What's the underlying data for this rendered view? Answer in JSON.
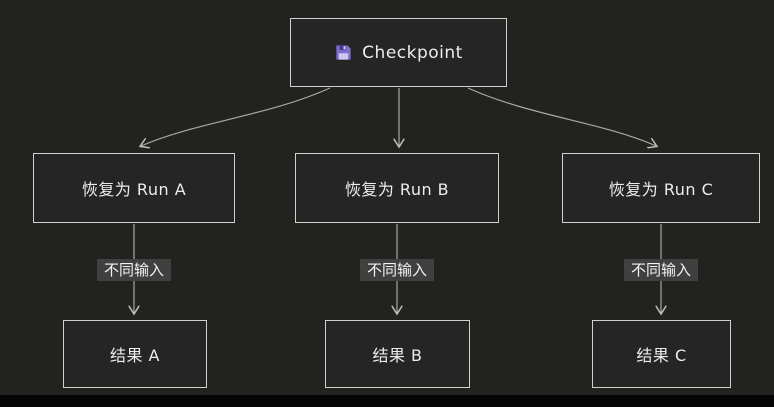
{
  "diagram": {
    "root": {
      "label": "Checkpoint",
      "icon": "floppy-disk"
    },
    "branches": [
      {
        "node": "恢复为 Run A",
        "edge_label": "不同输入",
        "result": "结果 A"
      },
      {
        "node": "恢复为 Run B",
        "edge_label": "不同输入",
        "result": "结果 B"
      },
      {
        "node": "恢复为 Run C",
        "edge_label": "不同输入",
        "result": "结果 C"
      }
    ],
    "colors": {
      "background": "#22231e",
      "node_fill": "#252525",
      "node_border": "#cfcfcf",
      "text": "#ececec",
      "edge": "#a8a8a8",
      "edge_label_bg": "#404040",
      "icon_accent": "#7c6fd0"
    }
  }
}
